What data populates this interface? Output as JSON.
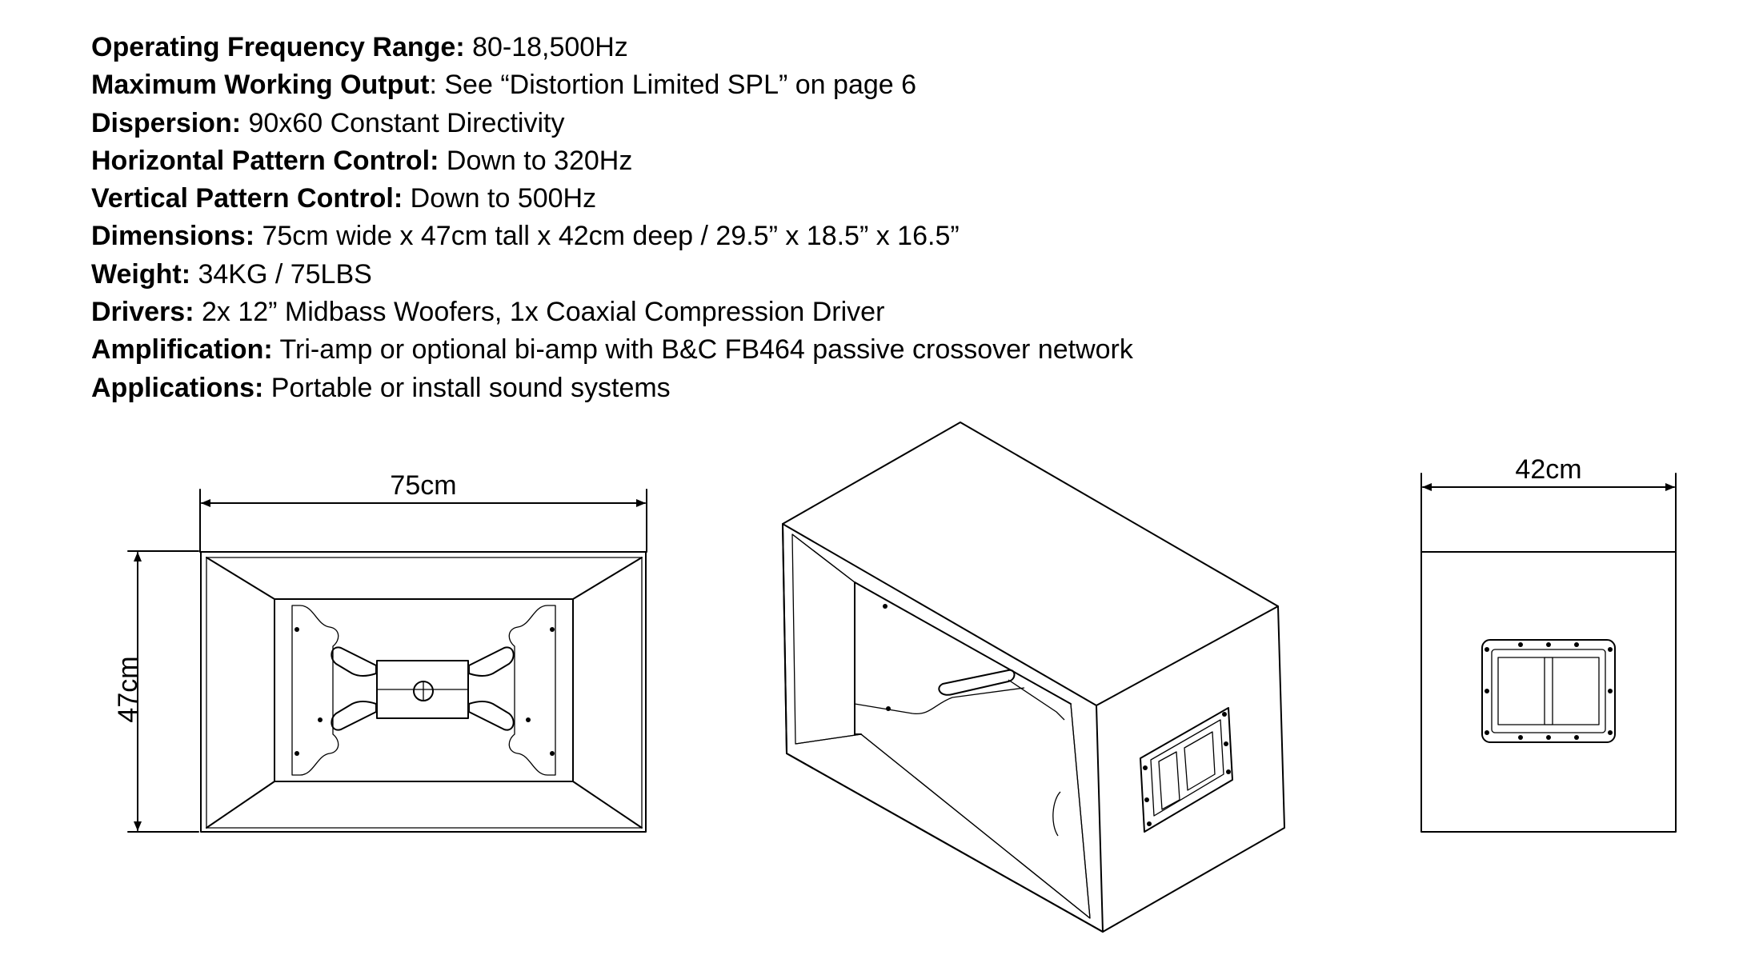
{
  "specs": [
    {
      "label": "Operating Frequency Range:",
      "value": " 80-18,500Hz"
    },
    {
      "label": "Maximum Working Output",
      "value": ": See “Distortion Limited SPL” on page 6"
    },
    {
      "label": "Dispersion:",
      "value": " 90x60 Constant Directivity"
    },
    {
      "label": "Horizontal Pattern Control:",
      "value": " Down to 320Hz"
    },
    {
      "label": "Vertical Pattern Control:",
      "value": " Down to 500Hz"
    },
    {
      "label": "Dimensions:",
      "value": " 75cm wide x 47cm tall x 42cm deep / 29.5” x 18.5” x 16.5”"
    },
    {
      "label": "Weight:",
      "value": " 34KG / 75LBS"
    },
    {
      "label": "Drivers:",
      "value": " 2x 12” Midbass Woofers, 1x Coaxial Compression Driver"
    },
    {
      "label": "Amplification:",
      "value": " Tri-amp or optional bi-amp with B&C FB464 passive crossover network"
    },
    {
      "label": "Applications:",
      "value": " Portable or install sound systems"
    }
  ],
  "drawings": {
    "front": {
      "width_label": "75cm",
      "height_label": "47cm"
    },
    "side": {
      "depth_label": "42cm"
    }
  }
}
